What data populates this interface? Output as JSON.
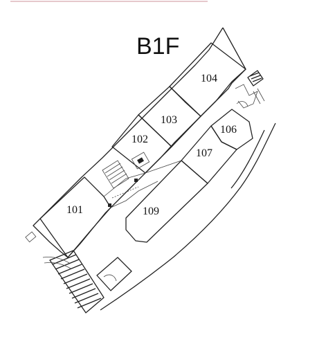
{
  "floor": {
    "label": "B1F"
  },
  "rooms": [
    {
      "id": "101",
      "label": "101"
    },
    {
      "id": "102",
      "label": "102"
    },
    {
      "id": "103",
      "label": "103"
    },
    {
      "id": "104",
      "label": "104"
    },
    {
      "id": "106",
      "label": "106"
    },
    {
      "id": "107",
      "label": "107"
    },
    {
      "id": "109",
      "label": "109"
    }
  ],
  "colors": {
    "line": "#222222",
    "background": "#ffffff"
  }
}
